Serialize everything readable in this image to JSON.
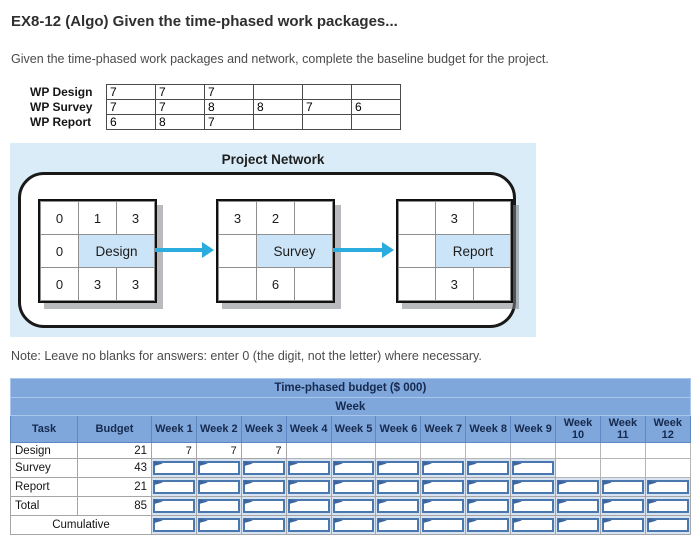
{
  "page": {
    "title": "EX8-12 (Algo) Given the time-phased work packages...",
    "instruction": "Given the time-phased work packages and network, complete the baseline budget for the project.",
    "note": "Note: Leave no blanks for answers: enter 0 (the digit, not the letter) where necessary."
  },
  "wp_table": {
    "rows": [
      {
        "label": "WP Design",
        "values": [
          "7",
          "7",
          "7",
          "",
          "",
          ""
        ]
      },
      {
        "label": "WP Survey",
        "values": [
          "7",
          "7",
          "8",
          "8",
          "7",
          "6"
        ]
      },
      {
        "label": "WP Report",
        "values": [
          "6",
          "8",
          "7",
          "",
          "",
          ""
        ]
      }
    ]
  },
  "network": {
    "title": "Project Network",
    "nodes": [
      {
        "name": "Design",
        "top": [
          "0",
          "1",
          "3"
        ],
        "mid_left": "0",
        "bottom": [
          "0",
          "3",
          "3"
        ]
      },
      {
        "name": "Survey",
        "top": [
          "3",
          "2",
          ""
        ],
        "mid_left": "",
        "bottom": [
          "",
          "6",
          ""
        ]
      },
      {
        "name": "Report",
        "top": [
          "",
          "3",
          ""
        ],
        "mid_left": "",
        "bottom": [
          "",
          "3",
          ""
        ]
      }
    ]
  },
  "budget_table": {
    "title": "Time-phased budget ($ 000)",
    "week_group_label": "Week",
    "columns": [
      "Task",
      "Budget",
      "Week 1",
      "Week 2",
      "Week 3",
      "Week 4",
      "Week 5",
      "Week 6",
      "Week 7",
      "Week 8",
      "Week 9",
      "Week 10",
      "Week 11",
      "Week 12"
    ],
    "rows": [
      {
        "task": "Design",
        "budget": "21",
        "cells": [
          {
            "t": "v",
            "v": "7"
          },
          {
            "t": "v",
            "v": "7"
          },
          {
            "t": "v",
            "v": "7"
          },
          {
            "t": "s"
          },
          {
            "t": "s"
          },
          {
            "t": "s"
          },
          {
            "t": "s"
          },
          {
            "t": "s"
          },
          {
            "t": "s"
          },
          {
            "t": "s"
          },
          {
            "t": "s"
          },
          {
            "t": "s"
          }
        ]
      },
      {
        "task": "Survey",
        "budget": "43",
        "cells": [
          {
            "t": "i"
          },
          {
            "t": "i"
          },
          {
            "t": "i"
          },
          {
            "t": "i"
          },
          {
            "t": "i"
          },
          {
            "t": "i"
          },
          {
            "t": "i"
          },
          {
            "t": "i"
          },
          {
            "t": "i"
          },
          {
            "t": "s"
          },
          {
            "t": "s"
          },
          {
            "t": "s"
          }
        ]
      },
      {
        "task": "Report",
        "budget": "21",
        "cells": [
          {
            "t": "i"
          },
          {
            "t": "i"
          },
          {
            "t": "i"
          },
          {
            "t": "i"
          },
          {
            "t": "i"
          },
          {
            "t": "i"
          },
          {
            "t": "i"
          },
          {
            "t": "i"
          },
          {
            "t": "i"
          },
          {
            "t": "i"
          },
          {
            "t": "i"
          },
          {
            "t": "i"
          }
        ]
      },
      {
        "task": "Total",
        "budget": "85",
        "cells": [
          {
            "t": "i"
          },
          {
            "t": "i"
          },
          {
            "t": "i"
          },
          {
            "t": "i"
          },
          {
            "t": "i"
          },
          {
            "t": "i"
          },
          {
            "t": "i"
          },
          {
            "t": "i"
          },
          {
            "t": "i"
          },
          {
            "t": "i"
          },
          {
            "t": "i"
          },
          {
            "t": "i"
          }
        ]
      },
      {
        "task": "Cumulative",
        "label_span": 2,
        "cells": [
          {
            "t": "i"
          },
          {
            "t": "i"
          },
          {
            "t": "i"
          },
          {
            "t": "i"
          },
          {
            "t": "i"
          },
          {
            "t": "i"
          },
          {
            "t": "i"
          },
          {
            "t": "i"
          },
          {
            "t": "i"
          },
          {
            "t": "i"
          },
          {
            "t": "i"
          },
          {
            "t": "i"
          }
        ]
      }
    ]
  },
  "colors": {
    "table_header_blue": "#7fa7db",
    "input_border_blue": "#4a77ad",
    "flag_blue": "#3c66a0",
    "network_panel_blue": "#d9ecf7",
    "node_highlight_blue": "#cbe4f7",
    "arrow_blue": "#2aacdf"
  }
}
